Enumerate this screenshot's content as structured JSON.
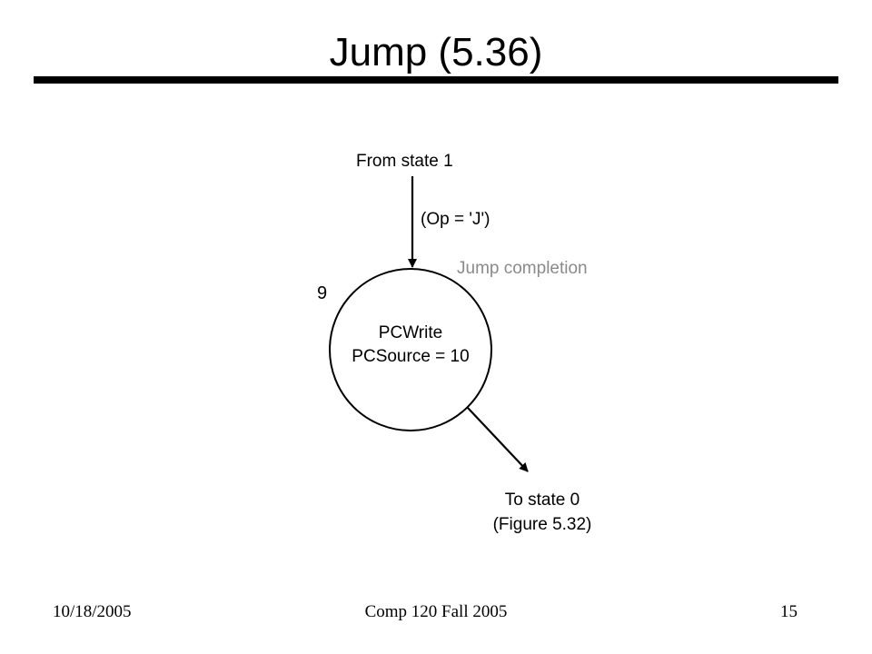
{
  "slide": {
    "title": "Jump (5.36)"
  },
  "diagram": {
    "incoming_label": "From state 1",
    "condition_label": "(Op = 'J')",
    "state_caption": "Jump completion",
    "state_number": "9",
    "state_line1": "PCWrite",
    "state_line2": "PCSource = 10",
    "outgoing_line1": "To state 0",
    "outgoing_line2": "(Figure 5.32)",
    "colors": {
      "caption": "#8a8a8a",
      "stroke": "#000000"
    }
  },
  "footer": {
    "date": "10/18/2005",
    "course": "Comp 120 Fall 2005",
    "page": "15"
  }
}
